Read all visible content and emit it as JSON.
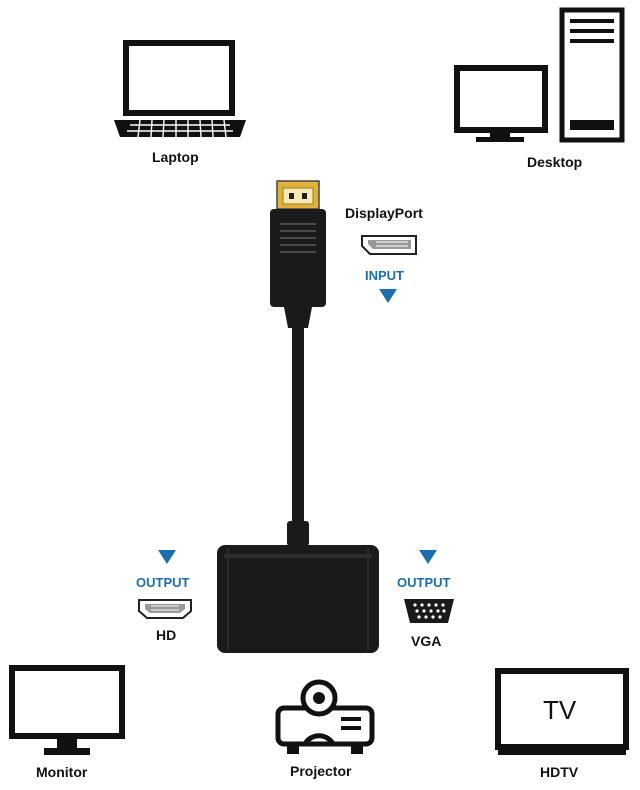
{
  "devices": {
    "laptop": "Laptop",
    "desktop": "Desktop",
    "monitor": "Monitor",
    "projector": "Projector",
    "hdtv": "HDTV",
    "tv_screen_text": "TV"
  },
  "ports": {
    "displayport_label": "DisplayPort",
    "input_label": "INPUT",
    "output_left_label": "OUTPUT",
    "output_right_label": "OUTPUT",
    "hd_label": "HD",
    "vga_label": "VGA"
  },
  "colors": {
    "arrow_blue": "#1b6fae",
    "plug_gold": "#e0b23a",
    "adapter_black": "#1a1a1a"
  },
  "icons": [
    "laptop-icon",
    "desktop-icon",
    "monitor-icon",
    "projector-icon",
    "tv-icon",
    "displayport-port-icon",
    "hdmi-port-icon",
    "vga-port-icon"
  ]
}
